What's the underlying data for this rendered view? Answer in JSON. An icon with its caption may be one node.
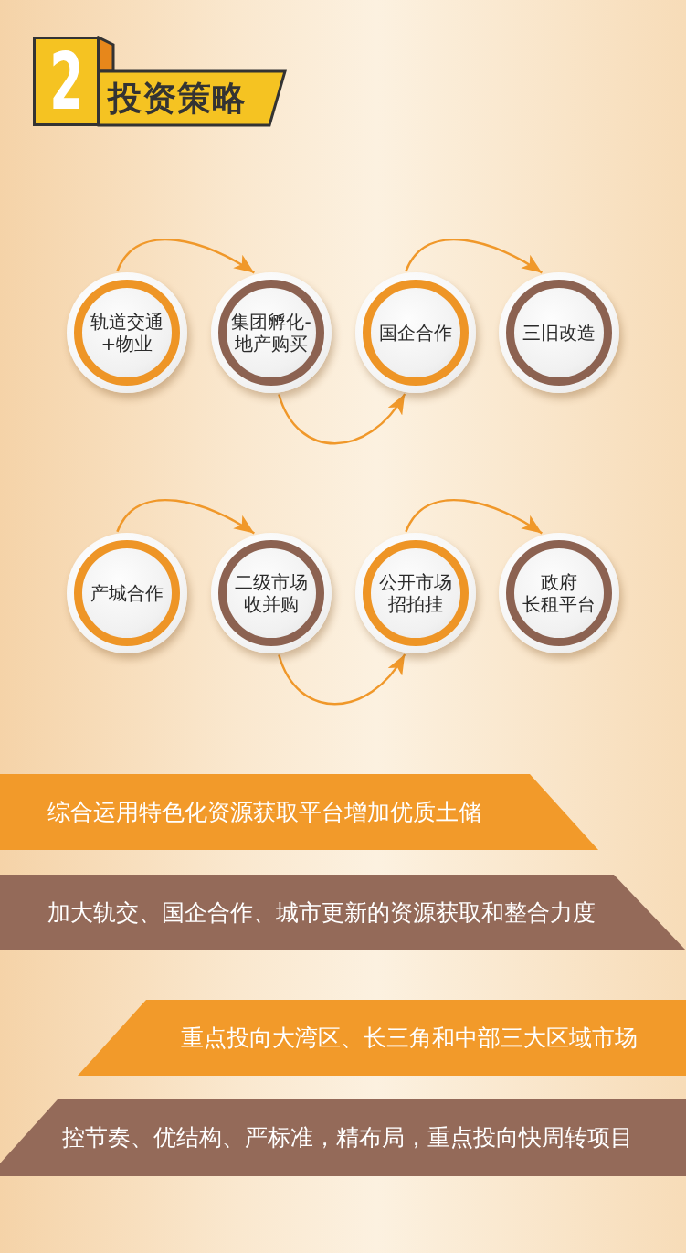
{
  "diagram": {
    "title": "投资策略",
    "nodes": [
      {
        "text": [
          "轨道交通+物业"
        ]
      },
      {
        "text": [
          "集团孵化-地产购买"
        ]
      },
      {
        "text": [
          "国企合作"
        ]
      },
      {
        "text": [
          "三旧改造"
        ]
      },
      {
        "text": [
          "产城合作"
        ]
      },
      {
        "text": [
          "二级市场收并购"
        ]
      },
      {
        "text": [
          "公开市场招拍挂"
        ]
      },
      {
        "text": [
          "政府长租平台"
        ]
      },
      {
        "text": [
          "综合运用特色化资源获取平台增加优质土储"
        ]
      },
      {
        "text": [
          "加大轨交、国企合作、城市更新的资源获取和整合力度"
        ]
      },
      {
        "text": [
          "重点投向大湾区、长三角和中部三大区域市场"
        ]
      },
      {
        "text": [
          "控节奏、优结构、严标准，精布局，重点投向快周转项目"
        ]
      }
    ],
    "edges": [
      {
        "from": 0,
        "to": 1,
        "arrow": "to"
      },
      {
        "from": 1,
        "to": 2,
        "arrow": "to"
      },
      {
        "from": 2,
        "to": 3,
        "arrow": "to"
      },
      {
        "from": 4,
        "to": 5,
        "arrow": "to"
      },
      {
        "from": 5,
        "to": 6,
        "arrow": "to"
      },
      {
        "from": 6,
        "to": 7,
        "arrow": "to"
      }
    ],
    "labels": [
      "2"
    ]
  }
}
